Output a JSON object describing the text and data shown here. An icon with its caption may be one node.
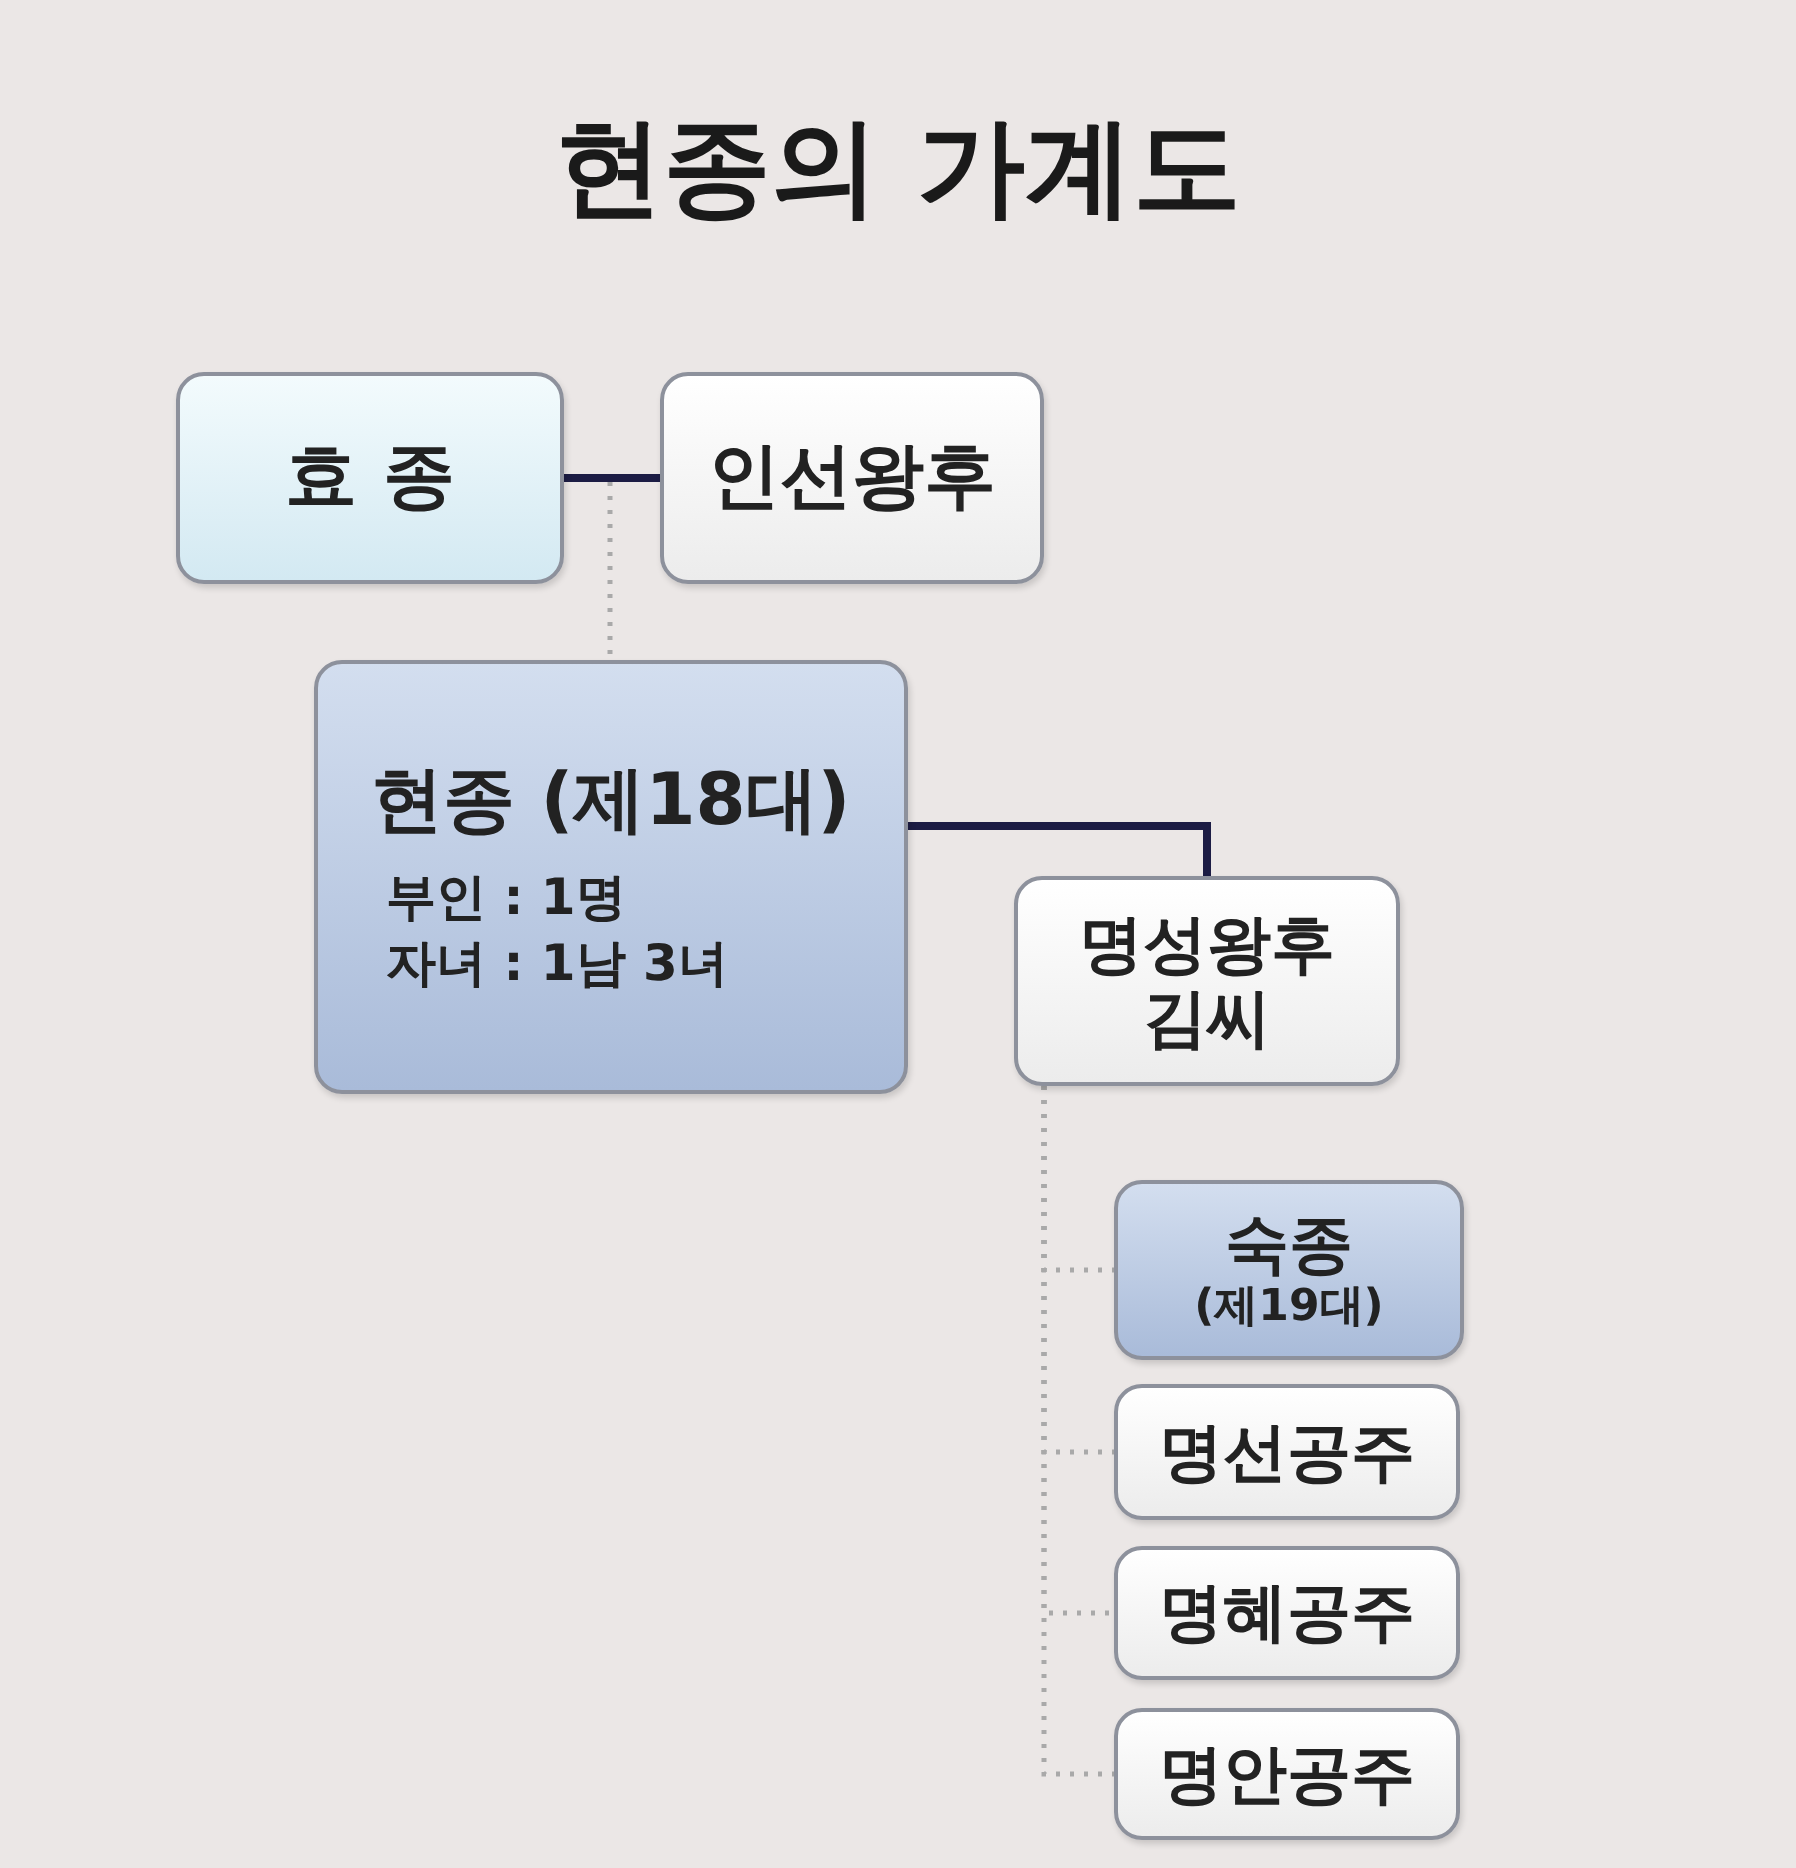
{
  "diagram": {
    "title": "현종의 가계도",
    "nodes": [
      {
        "text": [
          "효 종"
        ]
      },
      {
        "text": [
          "인선왕후"
        ]
      },
      {
        "text": [
          "현종 (제18대)",
          "부인 : 1명",
          "자녀 : 1남 3녀"
        ]
      },
      {
        "text": [
          "명성왕후 김씨"
        ]
      },
      {
        "text": [
          "숙종",
          "(제19대)"
        ]
      },
      {
        "text": [
          "명선공주"
        ]
      },
      {
        "text": [
          "명혜공주"
        ]
      },
      {
        "text": [
          "명안공주"
        ]
      }
    ],
    "edges": [
      {
        "from": 0,
        "to": 1,
        "arrow": "none",
        "color": "#1c1c44"
      },
      {
        "from": 0,
        "to": 2,
        "arrow": "none",
        "style": "dashed"
      },
      {
        "from": 1,
        "to": 2,
        "arrow": "none",
        "style": "dashed"
      },
      {
        "from": 2,
        "to": 3,
        "arrow": "none",
        "color": "#1c1c44"
      },
      {
        "from": 3,
        "to": 4,
        "arrow": "none",
        "style": "dashed"
      },
      {
        "from": 3,
        "to": 5,
        "arrow": "none",
        "style": "dashed"
      },
      {
        "from": 3,
        "to": 6,
        "arrow": "none",
        "style": "dashed"
      },
      {
        "from": 3,
        "to": 7,
        "arrow": "none",
        "style": "dashed"
      }
    ]
  }
}
